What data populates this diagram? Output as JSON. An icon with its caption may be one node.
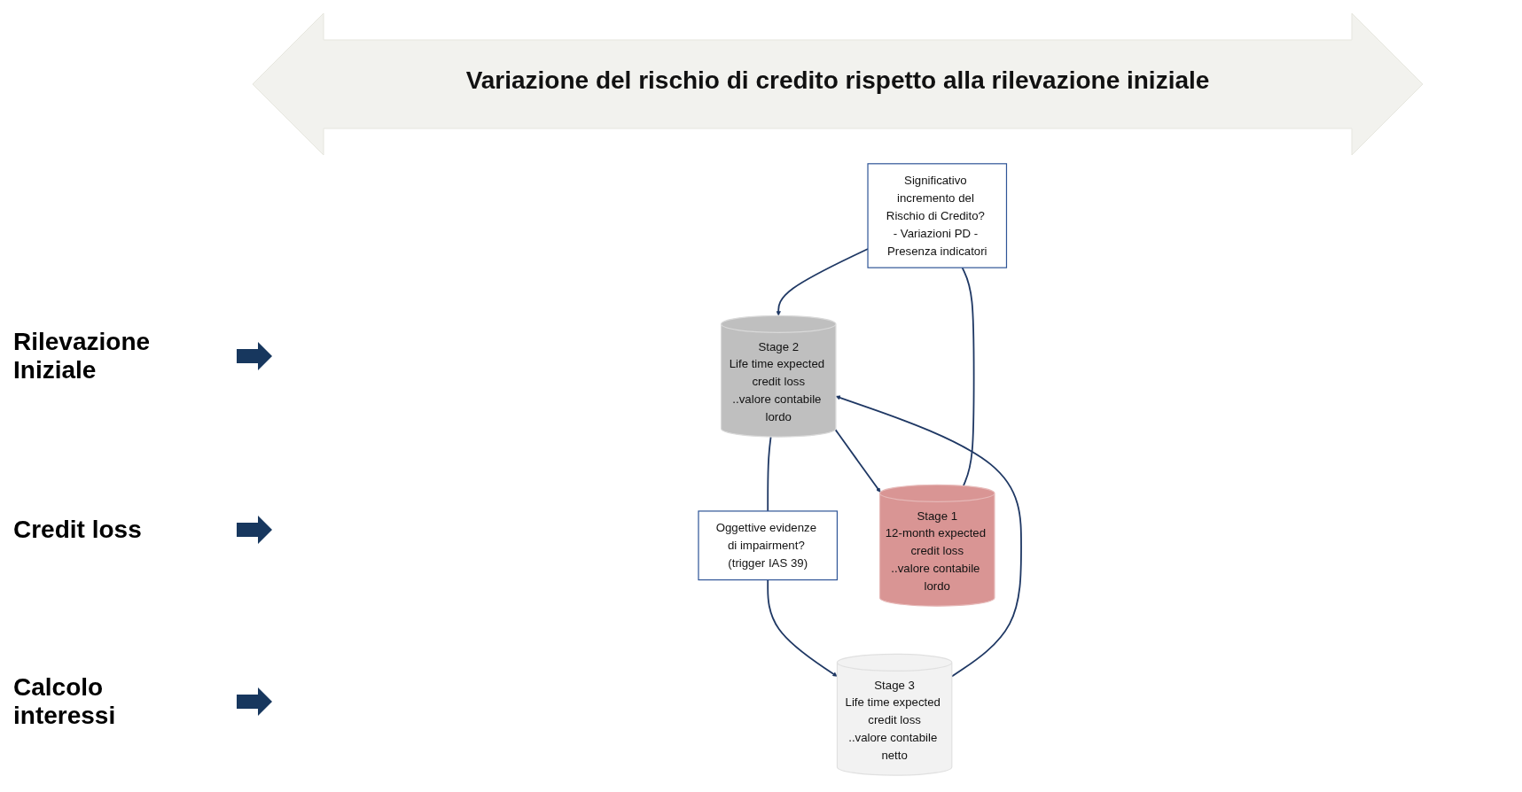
{
  "diagram": {
    "nodes": [
      {
        "text": [
          "Significativo incremento del Rischio di Credito? - Variazioni PD - Presenza indicatori"
        ]
      },
      {
        "text": [
          "Oggettive evidenze di impairment? (trigger IAS 39)"
        ]
      },
      {
        "text": [
          "Stage 1",
          "12-month expected credit loss",
          "..valore contabile lordo"
        ]
      },
      {
        "text": [
          "Stage 2",
          "Life time expected credit loss",
          "..valore contabile lordo"
        ]
      },
      {
        "text": [
          "Stage 3",
          "Life time expected credit loss",
          "..valore contabile netto"
        ]
      }
    ],
    "edges": [
      {
        "from": 2,
        "to": 0,
        "arrow": "none"
      },
      {
        "from": 0,
        "to": 3,
        "arrow": "to"
      },
      {
        "from": 3,
        "to": 1,
        "arrow": "none"
      },
      {
        "from": 1,
        "to": 4,
        "arrow": "to"
      },
      {
        "from": 3,
        "to": 2,
        "arrow": "to"
      },
      {
        "from": 4,
        "to": 3,
        "arrow": "to"
      }
    ],
    "labels": [
      "Variazione del rischio di credito rispetto alla rilevazione iniziale",
      "Rilevazione Iniziale",
      "Credit loss",
      "Calcolo interessi"
    ]
  }
}
